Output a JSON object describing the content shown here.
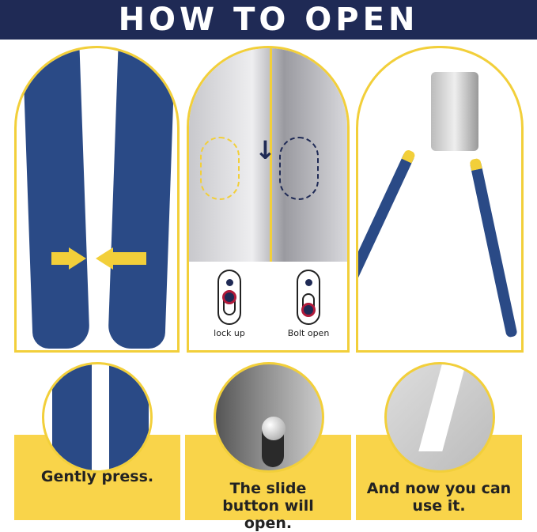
{
  "header": {
    "title": "HOW TO OPEN"
  },
  "legend": {
    "lock_label": "lock up",
    "open_label": "Bolt open"
  },
  "steps": [
    {
      "caption": "Gently press."
    },
    {
      "caption": "The slide button will open."
    },
    {
      "caption": "And now you can use it."
    }
  ],
  "colors": {
    "navy": "#1f2a55",
    "yellow": "#f9d44a",
    "handle_blue": "#2a4a86",
    "red": "#b01a3a"
  }
}
